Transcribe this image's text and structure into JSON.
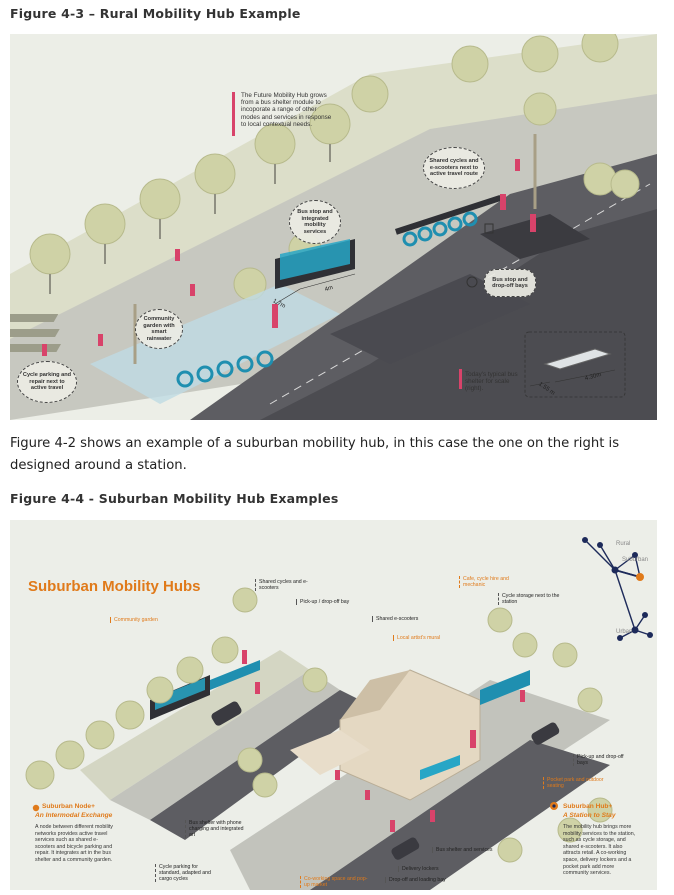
{
  "figure3": {
    "title": "Figure 4-3 – Rural Mobility Hub Example",
    "intro_note": "The Future Mobility Hub grows from a bus shelter module to incoporate a range of other modes and services in response to local contextual needs.",
    "bubbles": {
      "shared_cycles": "Shared cycles and e-scooters next to active travel route",
      "bus_stop": "Bus stop and integrated mobility services",
      "community_garden": "Community garden with smart rainwater",
      "cycle_parking": "Cycle parking and repair next to active travel",
      "bus_bays": "Bus stop and drop-off bays"
    },
    "dimensions": {
      "width_a": "1.7m",
      "length_a": "4m",
      "width_b": "1.55 m",
      "length_b": "4.30m"
    },
    "scale_note": "Today's typical bus shelter for scale (right)."
  },
  "paragraph": "Figure 4-2 shows an example of a suburban mobility hub, in this case the one on the right is designed around a station.",
  "figure4": {
    "title": "Figure 4-4 - Suburban Mobility Hub Examples",
    "heading": "Suburban Mobility Hubs",
    "network": {
      "rural": "Rural",
      "suburban": "Suburban",
      "urban": "Urban"
    },
    "labels": {
      "shared_cycles": "Shared cycles and e-scooters",
      "pickup": "Pick-up / drop-off bay",
      "community_garden": "Community garden",
      "cafe": "Cafe, cycle hire and mechanic",
      "cycle_storage": "Cycle storage next to the station",
      "shared_escooters": "Shared e-scooters",
      "artist_mural": "Local artist's mural",
      "pickup_bays": "Pick-up and drop-off bays",
      "pocket_park": "Pocket park and outdoor seating",
      "bus_shelter_phone": "Bus shelter with phone charging and integrated art",
      "cycle_parking": "Cycle parking for standard, adapted and cargo cycles",
      "coworking": "Co-working space and pop-up market",
      "delivery": "Delivery lockers",
      "bus_services": "Bus shelter and services",
      "dropoff_loading": "Drop-off and loading bay"
    },
    "node": {
      "title": "Suburban Node+",
      "subtitle": "An Intermodal Exchange",
      "body": "A node between different mobility networks provides active travel services such as shared e-scooters and bicycle parking and repair. It integrates art in the bus shelter and a community garden."
    },
    "hub": {
      "title": "Suburban Hub+",
      "subtitle": "A Station to Stay",
      "body": "The mobility hub brings more mobility services to the station, such as cycle storage, and shared e-scooters. It also attracts retail. A co-working space, delivery lockers and a pocket park add more community services."
    }
  },
  "colors": {
    "accent_orange": "#e07a1a",
    "accent_pink": "#d8436a",
    "teal": "#1f8fb0",
    "road": "#5d5d62",
    "ground": "#d9dac8",
    "tree": "#c9cc9f"
  }
}
